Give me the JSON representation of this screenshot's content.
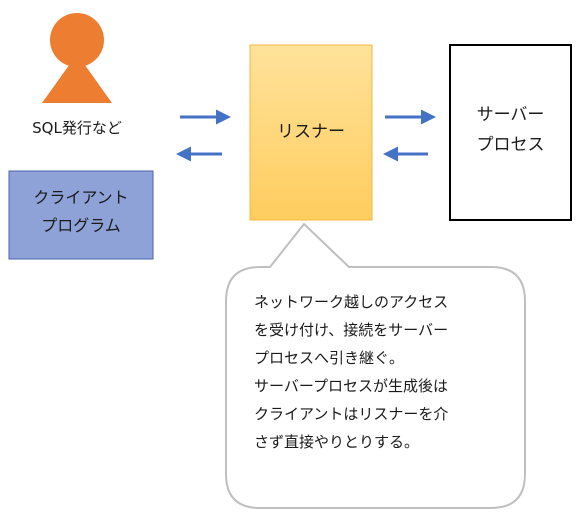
{
  "user": {
    "caption": "SQL発行など",
    "icon": "person-icon",
    "color": "#ED7D31"
  },
  "client_box": {
    "line1": "クライアント",
    "line2": "プログラム",
    "fill": "#8EA2D8",
    "border": "#4A63AF"
  },
  "listener_box": {
    "label": "リスナー",
    "fill_top": "#FFE29B",
    "fill_bottom": "#FFCD5E",
    "border": "#F0B840"
  },
  "server_box": {
    "line1": "サーバー",
    "line2": "プロセス",
    "border": "#000000"
  },
  "arrows": {
    "color": "#4472C4"
  },
  "callout": {
    "lines": [
      "ネットワーク越しのアクセス",
      "を受け付け、接続をサーバー",
      "プロセスへ引き継ぐ。",
      "サーバープロセスが生成後は",
      "クライアントはリスナーを介",
      "さず直接やりとりする。"
    ],
    "border": "#BFBFBF"
  }
}
